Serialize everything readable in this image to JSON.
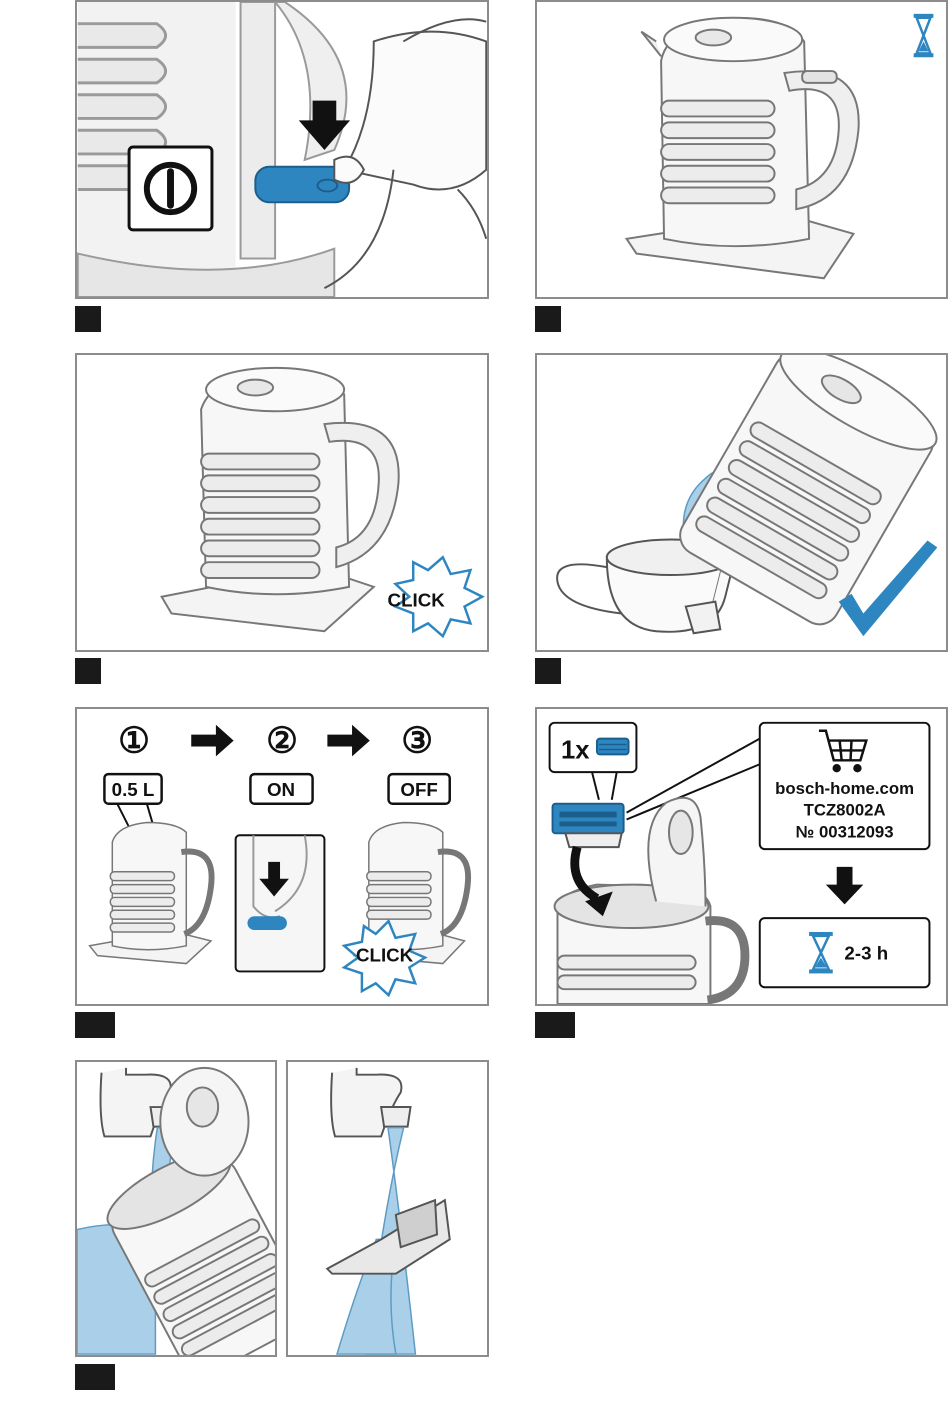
{
  "panel_5": {
    "steps": [
      "①",
      "②",
      "③"
    ],
    "tag_volume": "0.5 L",
    "tag_on": "ON",
    "tag_off": "OFF",
    "click": "CLICK"
  },
  "panel_3": {
    "click": "CLICK"
  },
  "panel_6": {
    "quantity": "1x",
    "website": "bosch-home.com",
    "product_code": "TCZ8002A",
    "part_number": "№ 00312093",
    "duration": "2-3 h"
  },
  "colors": {
    "accent_blue": "#2e86c1",
    "water_blue": "#a9d0e8",
    "frame_gray": "#8c8c8c",
    "step_badge": "#1a1a1a"
  },
  "icons": [
    "power-icon",
    "hourglass-icon",
    "checkmark-icon",
    "cart-icon",
    "arrow-right-icon",
    "arrow-down-icon"
  ]
}
